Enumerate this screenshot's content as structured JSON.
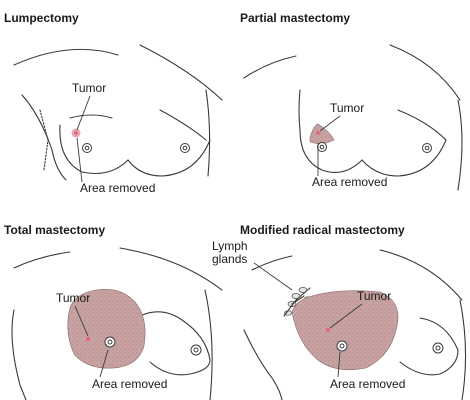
{
  "panels": [
    {
      "title": "Lumpectomy",
      "labels": {
        "tumor": "Tumor",
        "removed": "Area removed"
      }
    },
    {
      "title": "Partial mastectomy",
      "labels": {
        "tumor": "Tumor",
        "removed": "Area removed"
      }
    },
    {
      "title": "Total mastectomy",
      "labels": {
        "tumor": "Tumor",
        "removed": "Area removed"
      }
    },
    {
      "title": "Modified radical mastectomy",
      "labels": {
        "glands_line1": "Lymph",
        "glands_line2": "glands",
        "tumor": "Tumor",
        "removed": "Area removed"
      }
    }
  ],
  "colors": {
    "removed_fill": "#c9a3a3",
    "tumor": "#e0637a",
    "outline": "#3a3a3a"
  }
}
